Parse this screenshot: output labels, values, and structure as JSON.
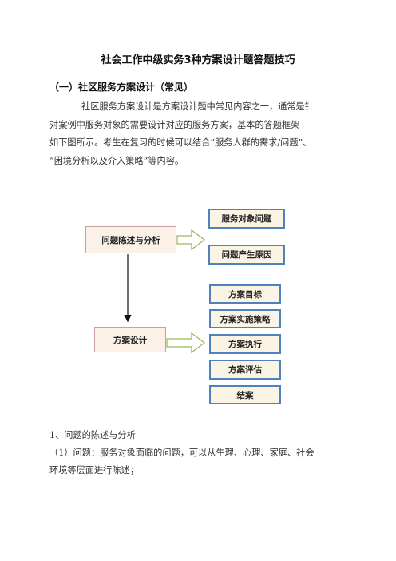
{
  "document": {
    "title": "社会工作中级实务3种方案设计题答题技巧",
    "section_heading": "（一）社区服务方案设计（常见）",
    "intro_lines": [
      "社区服务方案设计是方案设计题中常见内容之一，通常是针",
      "对案例中服务对象的需要设计对应的服务方案，基本的答题框架",
      "如下图所示。考生在复习的时候可以结合“服务人群的需求/问题”、",
      "“困境分析以及介入策略”等内容。"
    ],
    "flowchart": {
      "main_nodes": [
        "问题陈述与分析",
        "方案设计"
      ],
      "problem_outputs": [
        "服务对象问题",
        "问题产生原因"
      ],
      "design_outputs": [
        "方案目标",
        "方案实施策略",
        "方案执行",
        "方案评估",
        "结案"
      ],
      "colors": {
        "main_fill": "#fbf1e6",
        "main_border": "#c9a0a0",
        "sub_fill": "#fbf3e3",
        "sub_border": "#4f81bd",
        "arrow_fill": "#ffffff",
        "arrow_stroke": "#9bbb59"
      }
    },
    "subsection_heading": "1、问题的陈述与分析",
    "body_lines": [
      "（1）问题：服务对象面临的问题，可以从生理、心理、家庭、社会",
      "环境等层面进行陈述；"
    ]
  }
}
